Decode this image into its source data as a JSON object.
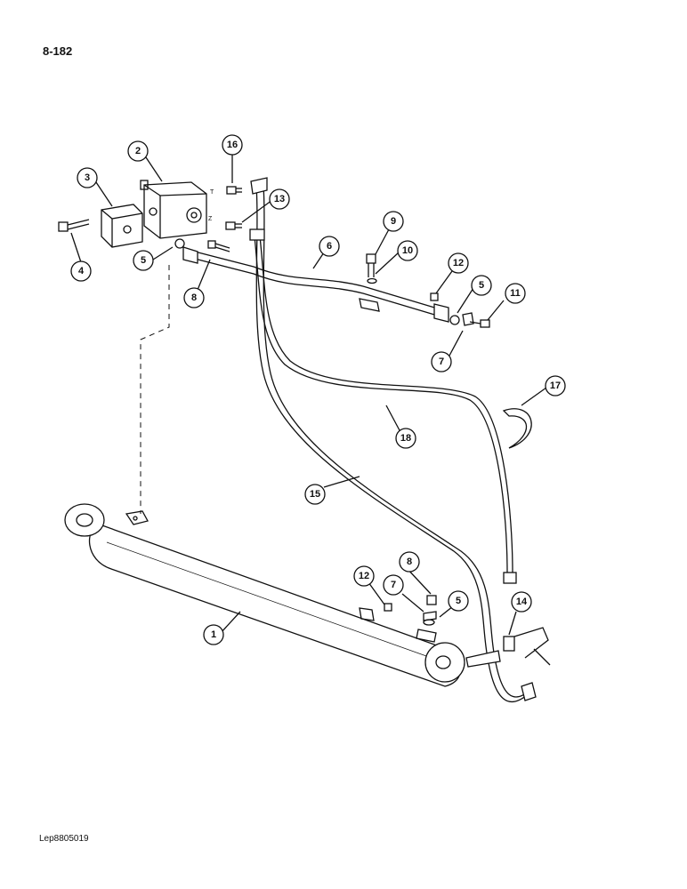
{
  "page_number": "8-182",
  "reference_code": "Lep8805019",
  "port_labels": {
    "t": "T",
    "z": "Z"
  },
  "callouts": {
    "c1": "1",
    "c2": "2",
    "c3": "3",
    "c4": "4",
    "c5a": "5",
    "c5b": "5",
    "c5c": "5",
    "c6": "6",
    "c7a": "7",
    "c7b": "7",
    "c8a": "8",
    "c8b": "8",
    "c9": "9",
    "c10": "10",
    "c11": "11",
    "c12a": "12",
    "c12b": "12",
    "c13": "13",
    "c14": "14",
    "c15": "15",
    "c16": "16",
    "c17": "17",
    "c18": "18"
  }
}
